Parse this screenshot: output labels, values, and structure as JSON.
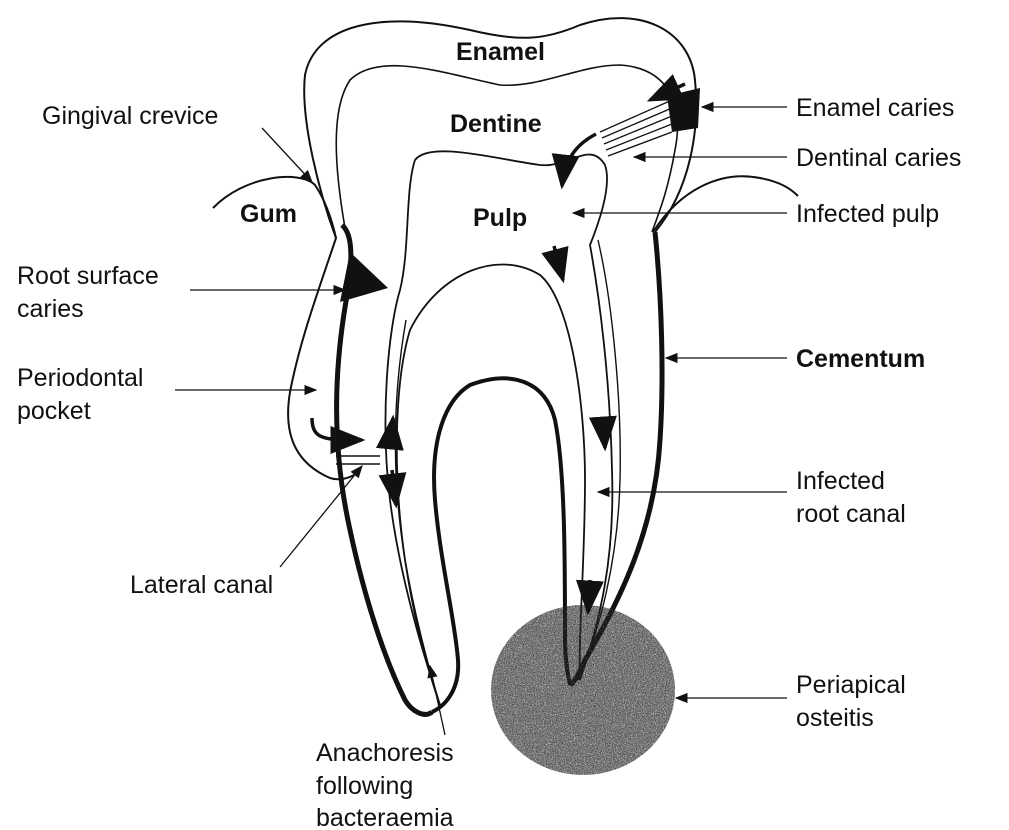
{
  "tissue_labels": {
    "enamel": "Enamel",
    "dentine": "Dentine",
    "pulp": "Pulp",
    "gum": "Gum",
    "cementum": "Cementum"
  },
  "callouts": {
    "gingival_crevice": "Gingival crevice",
    "root_surface_caries_line1": "Root surface",
    "root_surface_caries_line2": "caries",
    "periodontal_pocket_line1": "Periodontal",
    "periodontal_pocket_line2": "pocket",
    "lateral_canal": "Lateral canal",
    "anachoresis_line1": "Anachoresis",
    "anachoresis_line2": "following",
    "anachoresis_line3": "bacteraemia",
    "enamel_caries": "Enamel caries",
    "dentinal_caries": "Dentinal caries",
    "infected_pulp": "Infected pulp",
    "infected_root_canal_line1": "Infected",
    "infected_root_canal_line2": "root canal",
    "periapical_osteitis_line1": "Periapical",
    "periapical_osteitis_line2": "osteitis"
  },
  "colors": {
    "ink": "#111111",
    "lesion": "#333333"
  }
}
